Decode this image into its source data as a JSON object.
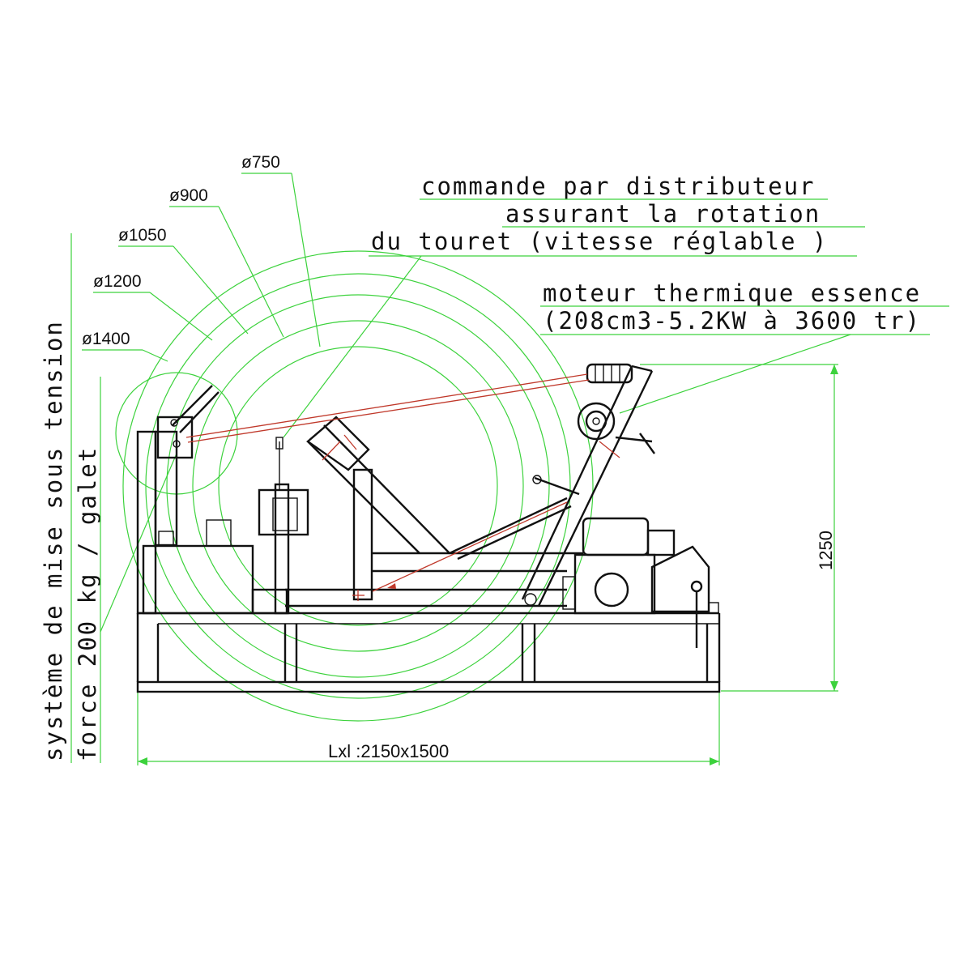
{
  "colors": {
    "annotation_green": "#3cd23c",
    "machine_black": "#111111",
    "cable_red": "#c0392b",
    "background": "#ffffff"
  },
  "diameters": [
    "ø750",
    "ø900",
    "ø1050",
    "ø1200",
    "ø1400"
  ],
  "callout_distributor": {
    "line1": "commande par distributeur",
    "line2": "assurant la rotation",
    "line3": "du touret (vitesse réglable )"
  },
  "callout_motor": {
    "line1": "moteur thermique essence",
    "line2": "(208cm3-5.2KW à 3600 tr)"
  },
  "callout_tension": {
    "line1": "système de mise sous tension",
    "line2": "force 200 kg / galet"
  },
  "dimension_height": "1250",
  "dimension_footprint": "Lxl :2150x1500"
}
